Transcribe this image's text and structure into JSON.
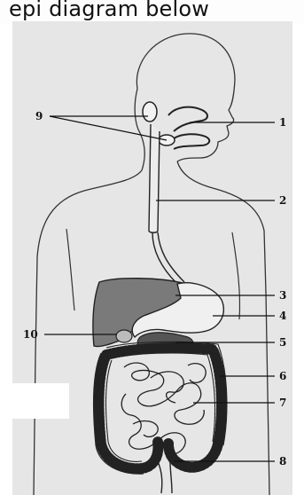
{
  "header": {
    "text": "epi diagram below"
  },
  "diagram": {
    "labels": [
      "1",
      "2",
      "3",
      "4",
      "5",
      "6",
      "7",
      "8",
      "9",
      "10"
    ]
  }
}
